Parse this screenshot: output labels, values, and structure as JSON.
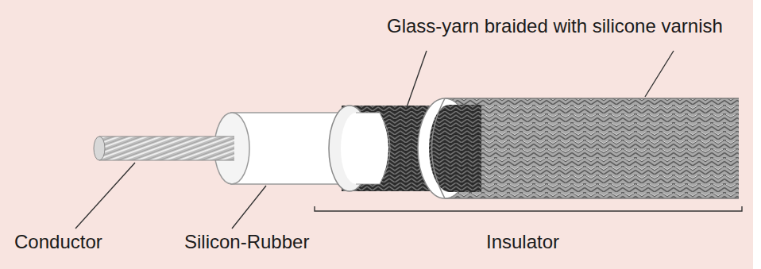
{
  "diagram": {
    "labels": [
      "Glass-yarn braided with silicone varnish",
      "Conductor",
      "Silicon-Rubber",
      "Insulator"
    ]
  }
}
